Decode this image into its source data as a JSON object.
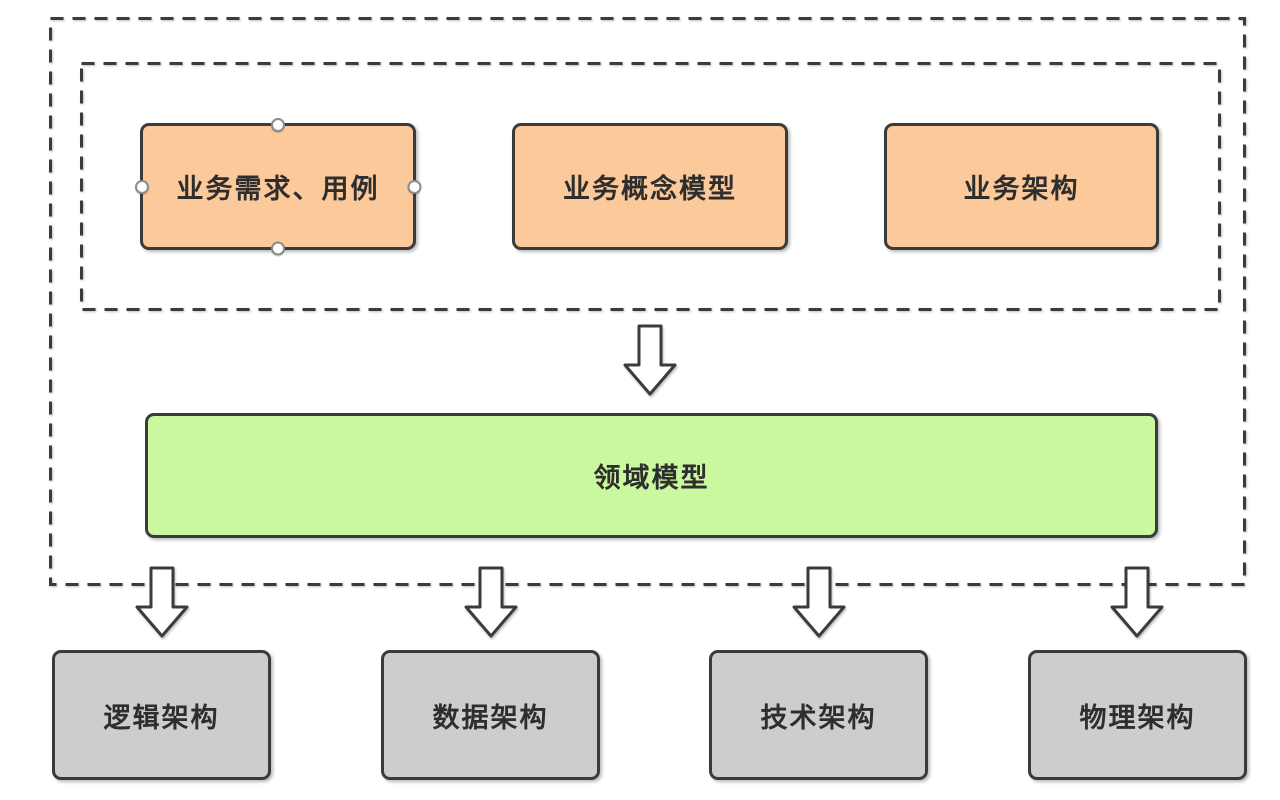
{
  "diagram": {
    "background": "#ffffff",
    "colors": {
      "stroke": "#3b3b3b",
      "business_fill": "#fcc99a",
      "domain_fill": "#caf89e",
      "architecture_fill": "#cdcdcd",
      "text": "#2e2e2e",
      "handle_border": "#8c8c8c",
      "arrow_fill": "#ffffff"
    },
    "business_layer": {
      "boxes": [
        {
          "label": "业务需求、用例",
          "selected": true
        },
        {
          "label": "业务概念模型",
          "selected": false
        },
        {
          "label": "业务架构",
          "selected": false
        }
      ]
    },
    "domain_model": {
      "label": "领域模型"
    },
    "architecture_layer": {
      "boxes": [
        {
          "label": "逻辑架构"
        },
        {
          "label": "数据架构"
        },
        {
          "label": "技术架构"
        },
        {
          "label": "物理架构"
        }
      ]
    }
  }
}
